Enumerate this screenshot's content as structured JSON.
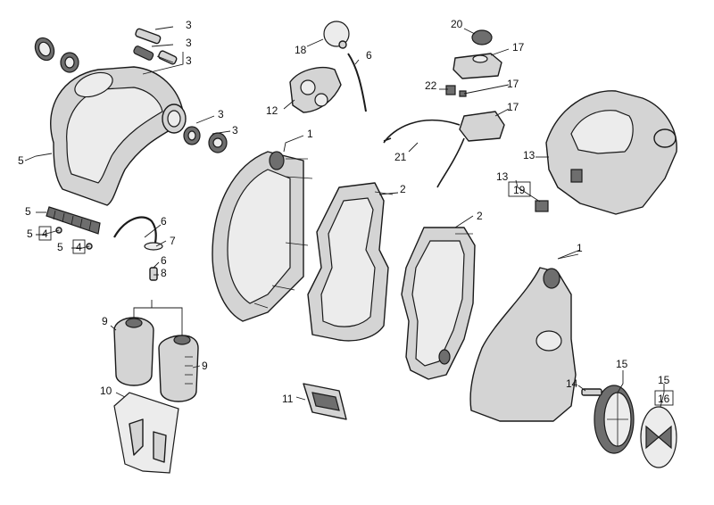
{
  "diagram": {
    "callouts": {
      "c1a": "1",
      "c1b": "1",
      "c2a": "2",
      "c2b": "2",
      "c3a": "3",
      "c3b": "3",
      "c3c": "3",
      "c3d": "3",
      "c3e": "3",
      "c4a": "4",
      "c4b": "4",
      "c5a": "5",
      "c5b": "5",
      "c5c": "5",
      "c5d": "5",
      "c6a": "6",
      "c6b": "6",
      "c6c": "6",
      "c7": "7",
      "c8": "8",
      "c9a": "9",
      "c9b": "9",
      "c10": "10",
      "c11": "11",
      "c12": "12",
      "c13a": "13",
      "c13b": "13",
      "c14": "14",
      "c15a": "15",
      "c15b": "15",
      "c16": "16",
      "c17a": "17",
      "c17b": "17",
      "c17c": "17",
      "c18": "18",
      "c19": "19",
      "c20": "20",
      "c21": "21",
      "c22": "22"
    }
  }
}
